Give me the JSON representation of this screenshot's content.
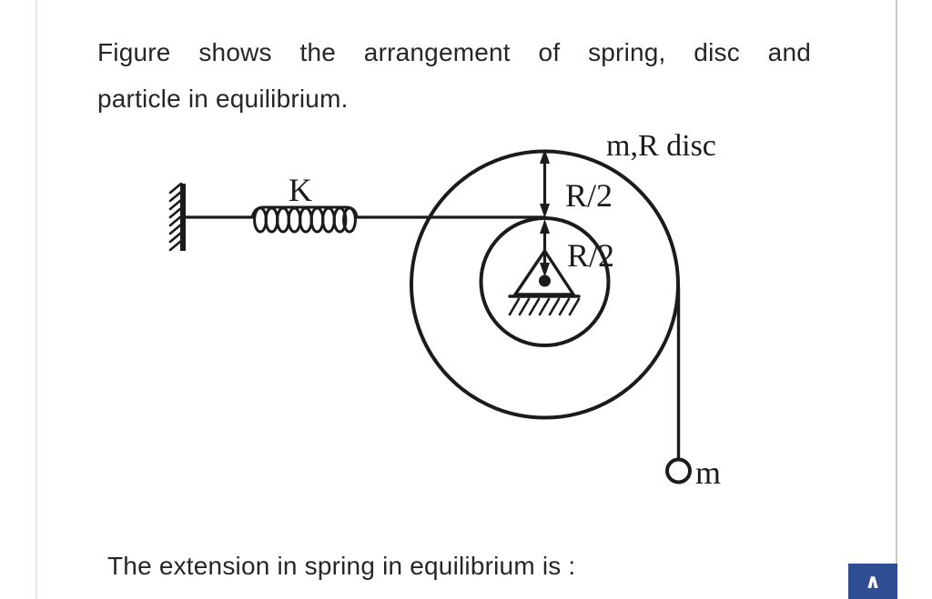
{
  "question": {
    "line1": "Figure shows the arrangement of spring, disc and",
    "line2": "particle in equilibrium.",
    "prompt": "The extension in spring in equilibrium is :"
  },
  "figure": {
    "spring_label": "K",
    "disc_label": "m,R disc",
    "upper_radius_label": "R/2",
    "lower_radius_label": "R/2",
    "particle_label": "m",
    "ink_color": "#1b1b1b"
  },
  "scroll_button": {
    "icon_name": "chevron-up-icon",
    "glyph": "∧",
    "color": "#2e4d92"
  }
}
